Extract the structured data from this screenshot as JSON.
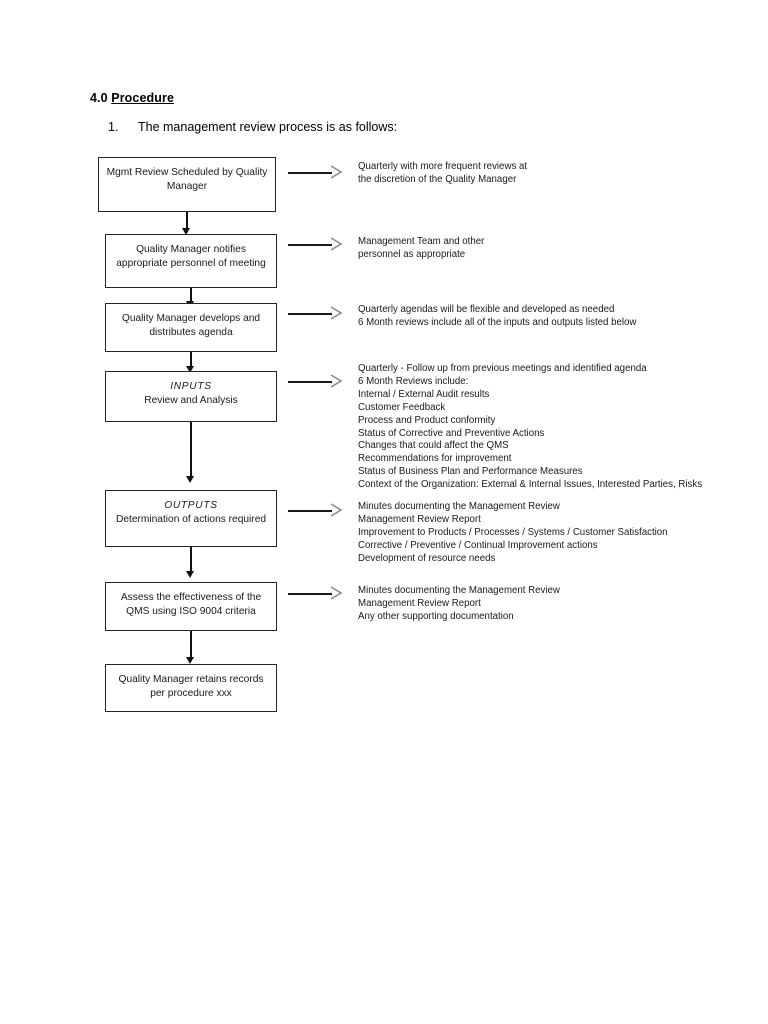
{
  "document": {
    "heading": {
      "number": "4.0",
      "title": "Procedure"
    },
    "list_item": {
      "marker": "1.",
      "text": "The management review process is as follows:"
    }
  },
  "flowchart": {
    "type": "process-flow",
    "arrow_icon": "chevron-right-arrow",
    "nodes": [
      {
        "id": "node-1",
        "line1": "Mgmt Review Scheduled by Quality",
        "line2": "Manager",
        "italic_title": false,
        "annotation": [
          "Quarterly with more frequent reviews at",
          "the discretion of the Quality Manager"
        ]
      },
      {
        "id": "node-2",
        "line1": "Quality Manager notifies",
        "line2": "appropriate personnel of meeting",
        "italic_title": false,
        "annotation": [
          "Management Team and other",
          "personnel as appropriate"
        ]
      },
      {
        "id": "node-3",
        "line1": "Quality Manager develops and",
        "line2": "distributes agenda",
        "italic_title": false,
        "annotation": [
          "Quarterly agendas will be flexible and developed as needed",
          "6 Month reviews include all of the inputs and outputs listed below"
        ]
      },
      {
        "id": "node-4",
        "line1": "INPUTS",
        "line2": "Review and Analysis",
        "italic_title": true,
        "annotation": [
          "Quarterly - Follow up from previous meetings and identified agenda",
          "6 Month Reviews include:",
          "Internal / External Audit results",
          "Customer Feedback",
          "Process and Product conformity",
          "Status of Corrective and Preventive Actions",
          "Changes that could affect the QMS",
          "Recommendations for improvement",
          "Status of Business Plan and Performance Measures",
          "Context of the Organization: External & Internal Issues, Interested Parties, Risks"
        ]
      },
      {
        "id": "node-5",
        "line1": "OUTPUTS",
        "line2": "Determination of actions required",
        "italic_title": true,
        "annotation": [
          "Minutes documenting the Management Review",
          "Management Review Report",
          "Improvement to Products / Processes / Systems / Customer Satisfaction",
          "Corrective / Preventive / Continual Improvement actions",
          "Development of resource needs"
        ]
      },
      {
        "id": "node-6",
        "line1": "Assess the effectiveness of the",
        "line2": "QMS using ISO 9004 criteria",
        "italic_title": false,
        "annotation": [
          "Minutes documenting the Management Review",
          "Management Review Report",
          "Any other supporting documentation"
        ]
      },
      {
        "id": "node-7",
        "line1": "Quality Manager retains records",
        "line2": "per procedure xxx",
        "italic_title": false,
        "annotation": []
      }
    ]
  },
  "colors": {
    "page_background": "#ffffff",
    "text": "#1a1a1a",
    "box_border": "#262626",
    "connector": "#111111",
    "arrow_head": "#8a8a8a"
  }
}
